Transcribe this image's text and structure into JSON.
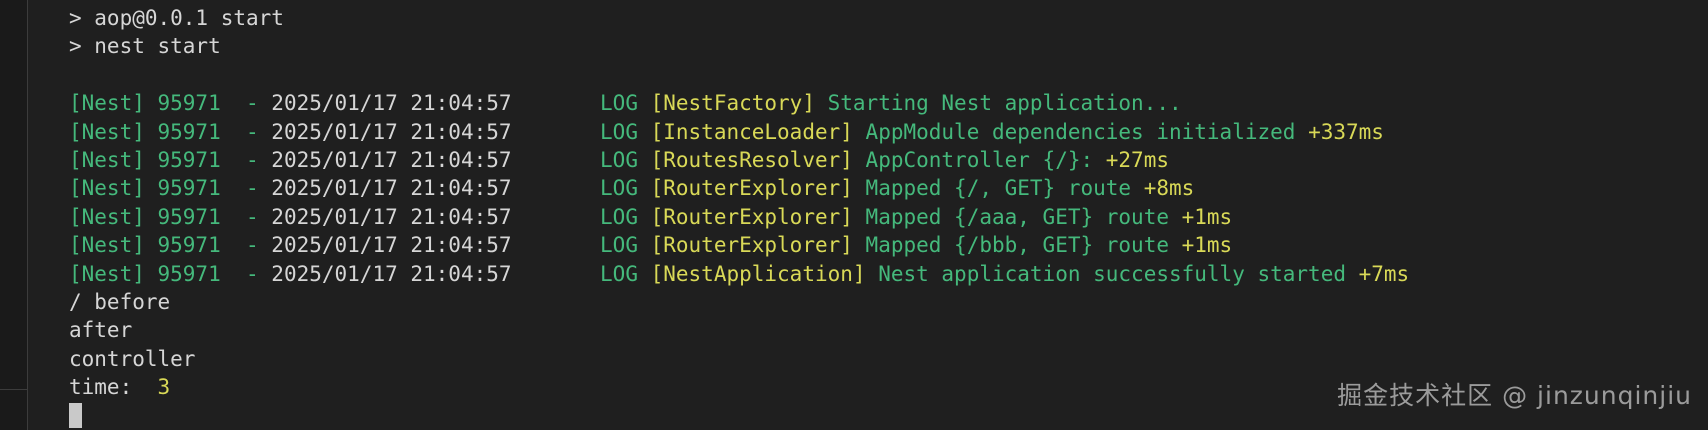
{
  "colors": {
    "background": "#1f1f1f",
    "panel_edge": "#1a1a1a",
    "divider": "#3c3c3c",
    "green": "#45b97c",
    "yellow": "#d9d957",
    "white": "#d6d6d6",
    "gray": "#9b9b9b",
    "cursor": "#c9c9c9"
  },
  "watermark": "掘金技术社区 @ jinzunqinjiu",
  "terminal": {
    "lines": [
      {
        "name": "command-echo-line-1",
        "segments": [
          {
            "t": "> aop@0.0.1 start",
            "c": "white"
          }
        ]
      },
      {
        "name": "command-echo-line-2",
        "segments": [
          {
            "t": "> nest start",
            "c": "white"
          }
        ]
      },
      {
        "name": "blank-line",
        "segments": []
      },
      {
        "name": "log-line-nestfactory",
        "segments": [
          {
            "t": "[Nest] 95971  - ",
            "c": "green"
          },
          {
            "t": "2025/01/17 21:04:57",
            "c": "white"
          },
          {
            "t": "       ",
            "c": "white"
          },
          {
            "t": "LOG ",
            "c": "green"
          },
          {
            "t": "[NestFactory] ",
            "c": "yellow"
          },
          {
            "t": "Starting Nest application...",
            "c": "green"
          }
        ]
      },
      {
        "name": "log-line-instanceloader",
        "segments": [
          {
            "t": "[Nest] 95971  - ",
            "c": "green"
          },
          {
            "t": "2025/01/17 21:04:57",
            "c": "white"
          },
          {
            "t": "       ",
            "c": "white"
          },
          {
            "t": "LOG ",
            "c": "green"
          },
          {
            "t": "[InstanceLoader] ",
            "c": "yellow"
          },
          {
            "t": "AppModule dependencies initialized ",
            "c": "green"
          },
          {
            "t": "+337ms",
            "c": "yellow"
          }
        ]
      },
      {
        "name": "log-line-routesresolver",
        "segments": [
          {
            "t": "[Nest] 95971  - ",
            "c": "green"
          },
          {
            "t": "2025/01/17 21:04:57",
            "c": "white"
          },
          {
            "t": "       ",
            "c": "white"
          },
          {
            "t": "LOG ",
            "c": "green"
          },
          {
            "t": "[RoutesResolver] ",
            "c": "yellow"
          },
          {
            "t": "AppController {/}: ",
            "c": "green"
          },
          {
            "t": "+27ms",
            "c": "yellow"
          }
        ]
      },
      {
        "name": "log-line-routerexplorer-root",
        "segments": [
          {
            "t": "[Nest] 95971  - ",
            "c": "green"
          },
          {
            "t": "2025/01/17 21:04:57",
            "c": "white"
          },
          {
            "t": "       ",
            "c": "white"
          },
          {
            "t": "LOG ",
            "c": "green"
          },
          {
            "t": "[RouterExplorer] ",
            "c": "yellow"
          },
          {
            "t": "Mapped {/, GET} route ",
            "c": "green"
          },
          {
            "t": "+8ms",
            "c": "yellow"
          }
        ]
      },
      {
        "name": "log-line-routerexplorer-aaa",
        "segments": [
          {
            "t": "[Nest] 95971  - ",
            "c": "green"
          },
          {
            "t": "2025/01/17 21:04:57",
            "c": "white"
          },
          {
            "t": "       ",
            "c": "white"
          },
          {
            "t": "LOG ",
            "c": "green"
          },
          {
            "t": "[RouterExplorer] ",
            "c": "yellow"
          },
          {
            "t": "Mapped {/aaa, GET} route ",
            "c": "green"
          },
          {
            "t": "+1ms",
            "c": "yellow"
          }
        ]
      },
      {
        "name": "log-line-routerexplorer-bbb",
        "segments": [
          {
            "t": "[Nest] 95971  - ",
            "c": "green"
          },
          {
            "t": "2025/01/17 21:04:57",
            "c": "white"
          },
          {
            "t": "       ",
            "c": "white"
          },
          {
            "t": "LOG ",
            "c": "green"
          },
          {
            "t": "[RouterExplorer] ",
            "c": "yellow"
          },
          {
            "t": "Mapped {/bbb, GET} route ",
            "c": "green"
          },
          {
            "t": "+1ms",
            "c": "yellow"
          }
        ]
      },
      {
        "name": "log-line-nestapplication",
        "segments": [
          {
            "t": "[Nest] 95971  - ",
            "c": "green"
          },
          {
            "t": "2025/01/17 21:04:57",
            "c": "white"
          },
          {
            "t": "       ",
            "c": "white"
          },
          {
            "t": "LOG ",
            "c": "green"
          },
          {
            "t": "[NestApplication] ",
            "c": "yellow"
          },
          {
            "t": "Nest application successfully started ",
            "c": "green"
          },
          {
            "t": "+7ms",
            "c": "yellow"
          }
        ]
      },
      {
        "name": "output-line-before",
        "segments": [
          {
            "t": "/ before",
            "c": "white"
          }
        ]
      },
      {
        "name": "output-line-after",
        "segments": [
          {
            "t": "after",
            "c": "white"
          }
        ]
      },
      {
        "name": "output-line-controller",
        "segments": [
          {
            "t": "controller",
            "c": "white"
          }
        ]
      },
      {
        "name": "output-line-time",
        "segments": [
          {
            "t": "time:  ",
            "c": "white"
          },
          {
            "t": "3",
            "c": "yellow"
          }
        ]
      },
      {
        "name": "cursor-line",
        "segments": [],
        "cursor": true
      }
    ]
  }
}
